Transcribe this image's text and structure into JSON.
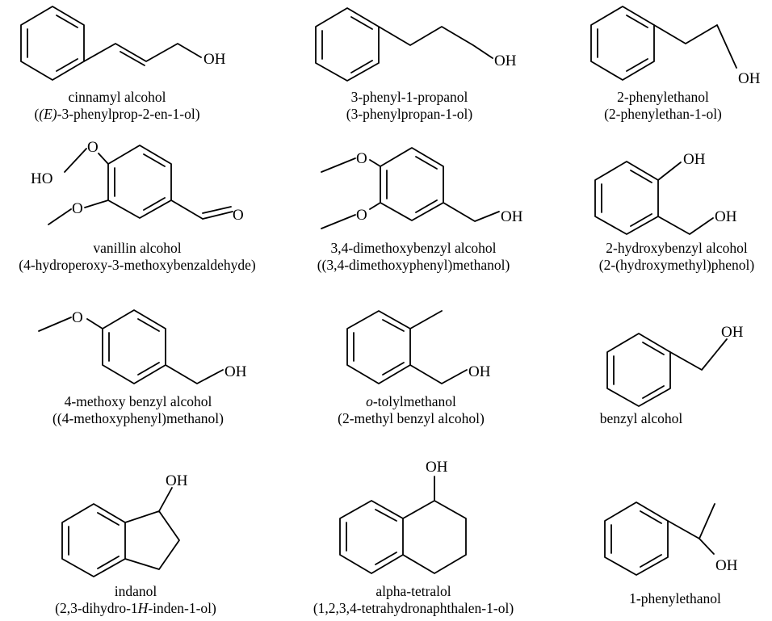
{
  "atoms": {
    "oh": "OH",
    "ho": "HO",
    "o": "O"
  },
  "compounds": [
    {
      "name": "cinnamyl alcohol",
      "iupac_prefix": "(",
      "iupac_italic": "(E)",
      "iupac_suffix": "-3-phenylprop-2-en-1-ol)"
    },
    {
      "name": "3-phenyl-1-propanol",
      "iupac": "(3-phenylpropan-1-ol)"
    },
    {
      "name": "2-phenylethanol",
      "iupac": "(2-phenylethan-1-ol)"
    },
    {
      "name": "vanillin alcohol",
      "iupac": "(4-hydroperoxy-3-methoxybenzaldehyde)"
    },
    {
      "name": "3,4-dimethoxybenzyl alcohol",
      "iupac": "((3,4-dimethoxyphenyl)methanol)"
    },
    {
      "name": "2-hydroxybenzyl alcohol",
      "iupac": "(2-(hydroxymethyl)phenol)"
    },
    {
      "name": "4-methoxy benzyl alcohol",
      "iupac": "((4-methoxyphenyl)methanol)"
    },
    {
      "name_italic": "o",
      "name_suffix": "-tolylmethanol",
      "iupac": "(2-methyl benzyl alcohol)"
    },
    {
      "name": "benzyl alcohol"
    },
    {
      "name": "indanol",
      "iupac_prefix": "(2,3-dihydro-1",
      "iupac_italic": "H",
      "iupac_suffix": "-inden-1-ol)"
    },
    {
      "name": "alpha-tetralol",
      "iupac": "(1,2,3,4-tetrahydronaphthalen-1-ol)"
    },
    {
      "name": "1-phenylethanol"
    }
  ]
}
